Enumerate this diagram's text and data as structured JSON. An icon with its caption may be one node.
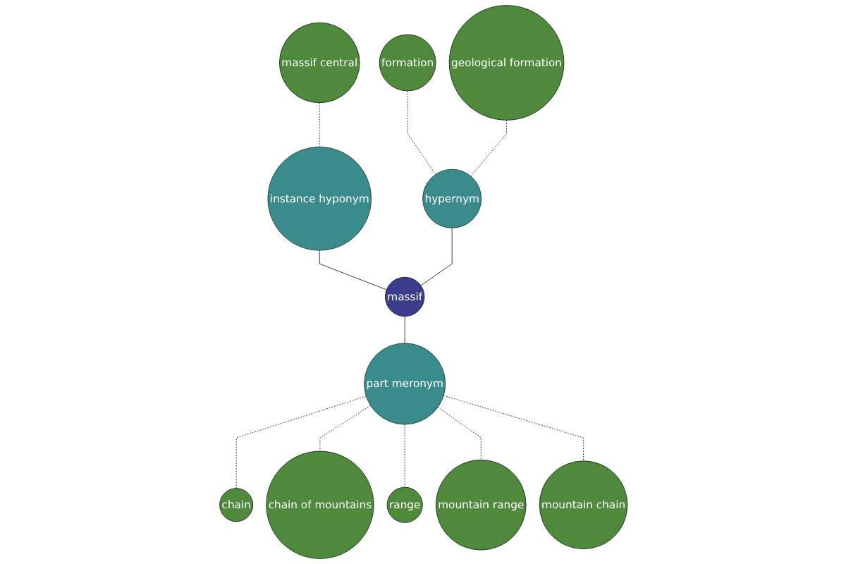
{
  "diagram": {
    "nodes": [
      {
        "text": [
          "massif central"
        ]
      },
      {
        "text": [
          "formation"
        ]
      },
      {
        "text": [
          "instance hyponym"
        ]
      },
      {
        "text": [
          "geological formation"
        ]
      },
      {
        "text": [
          "hypernym"
        ]
      },
      {
        "text": [
          "massif"
        ]
      },
      {
        "text": [
          "chain"
        ]
      },
      {
        "text": [
          "part meronym"
        ]
      },
      {
        "text": [
          "mountain range"
        ]
      },
      {
        "text": [
          "range"
        ]
      },
      {
        "text": [
          "chain of mountains"
        ]
      },
      {
        "text": [
          "mountain chain"
        ]
      }
    ],
    "edges": [
      {
        "from": 0,
        "to": 2,
        "arrow": "none",
        "style": "dashed"
      },
      {
        "from": 1,
        "to": 4,
        "arrow": "none",
        "style": "dashed"
      },
      {
        "from": 3,
        "to": 4,
        "arrow": "none",
        "style": "dashed"
      },
      {
        "from": 2,
        "to": 5,
        "arrow": "none"
      },
      {
        "from": 4,
        "to": 5,
        "arrow": "none"
      },
      {
        "from": 5,
        "to": 7,
        "arrow": "none"
      },
      {
        "from": 7,
        "to": 6,
        "arrow": "none",
        "style": "dashed"
      },
      {
        "from": 7,
        "to": 10,
        "arrow": "none",
        "style": "dashed"
      },
      {
        "from": 7,
        "to": 9,
        "arrow": "none",
        "style": "dashed"
      },
      {
        "from": 7,
        "to": 8,
        "arrow": "none",
        "style": "dashed"
      },
      {
        "from": 7,
        "to": 11,
        "arrow": "none",
        "style": "dashed"
      }
    ]
  }
}
